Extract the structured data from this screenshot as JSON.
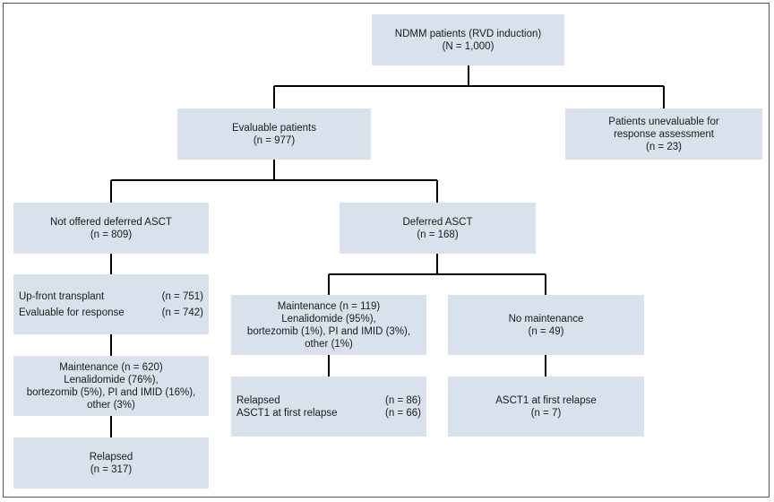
{
  "nodes": {
    "root": {
      "lines": [
        "NDMM patients (RVD induction)",
        "(N = 1,000)"
      ]
    },
    "evaluable": {
      "lines": [
        "Evaluable patients",
        "(n = 977)"
      ]
    },
    "unevaluable": {
      "lines": [
        "Patients unevaluable for",
        "response assessment",
        "(n = 23)"
      ]
    },
    "not_offered": {
      "lines": [
        "Not offered deferred ASCT",
        "(n = 809)"
      ]
    },
    "deferred": {
      "lines": [
        "Deferred ASCT",
        "(n = 168)"
      ]
    },
    "upfront": {
      "rows": [
        {
          "label": "Up-front transplant",
          "value": "(n = 751)"
        },
        {
          "label": "Evaluable for response",
          "value": "(n = 742)"
        }
      ]
    },
    "maint_left": {
      "lines": [
        "Maintenance (n = 620)",
        "Lenalidomide (76%),",
        "bortezomib (5%), PI and IMID (16%),",
        "other (3%)"
      ]
    },
    "relapsed_left": {
      "lines": [
        "Relapsed",
        "(n = 317)"
      ]
    },
    "maint_mid": {
      "lines": [
        "Maintenance (n = 119)",
        "Lenalidomide (95%),",
        "bortezomib (1%), PI and IMID (3%),",
        "other (1%)"
      ]
    },
    "no_maint": {
      "lines": [
        "No maintenance",
        "(n = 49)"
      ]
    },
    "relapsed_mid": {
      "rows": [
        {
          "label": "Relapsed",
          "value": "(n = 86)"
        },
        {
          "label": "ASCT1 at first relapse",
          "value": "(n = 66)"
        }
      ]
    },
    "asct1_right": {
      "lines": [
        "ASCT1 at first relapse",
        "(n = 7)"
      ]
    }
  },
  "colors": {
    "box_fill": "#d9e2ec",
    "connector": "#000000"
  }
}
